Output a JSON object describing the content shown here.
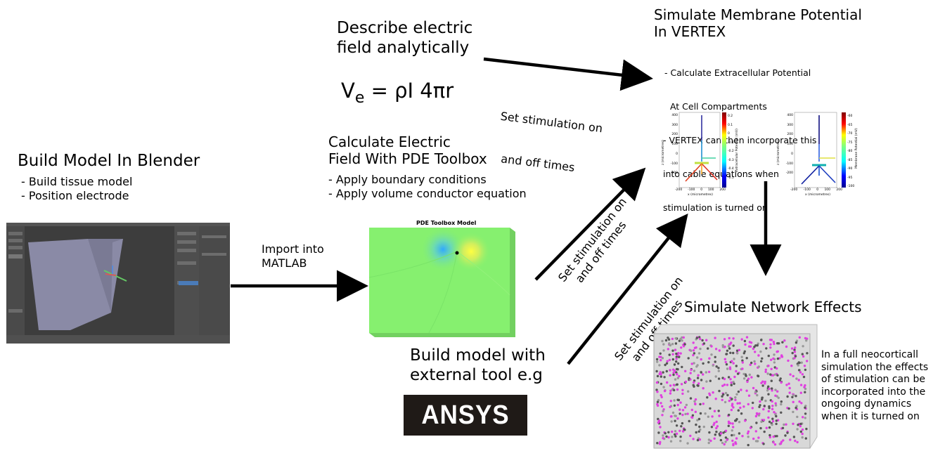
{
  "blender": {
    "title": "Build Model In Blender",
    "bullets": [
      "- Build tissue model",
      "- Position electrode"
    ]
  },
  "import_label": [
    "Import into",
    "MATLAB"
  ],
  "describe": {
    "title": [
      "Describe electric",
      "field analytically"
    ],
    "equation": {
      "base": "V",
      "sub": "e",
      "rest": " = ρI 4πr"
    }
  },
  "stim_label_top": [
    "Set stimulation on",
    "and off times"
  ],
  "pde": {
    "title": [
      "Calculate Electric",
      "Field With PDE Toolbox"
    ],
    "bullets": [
      "- Apply boundary conditions",
      "- Apply volume conductor equation"
    ],
    "figure_title": "PDE Toolbox Model"
  },
  "stim_label_mid": [
    "Set stimulation on",
    "and off times"
  ],
  "stim_label_low": [
    "Set stimulation on",
    "and off times"
  ],
  "external": {
    "title": [
      "Build model with",
      "external tool e.g"
    ],
    "logo_text": "ANSYS"
  },
  "vertex": {
    "title": [
      "Simulate Membrane Potential",
      "In VERTEX"
    ],
    "notes": [
      "- Calculate Extracellular Potential",
      "  At Cell Compartments",
      "- VERTEX can then incorporate this",
      "into cable equations when",
      "stimulation is turned on"
    ],
    "plot1": {
      "ylabel": "z (micrometres)",
      "xlabel": "x (micrometres)",
      "cbar_label": "Extracellular Potential (mV)",
      "yticks": [
        "400",
        "300",
        "200",
        "100",
        "0",
        "-100",
        "-200"
      ],
      "xticks": [
        "-200",
        "-100",
        "0",
        "100",
        "200"
      ],
      "cticks": [
        "0.2",
        "0.1",
        "0",
        "-0.1",
        "-0.2",
        "-0.3",
        "-0.4",
        "-0.5",
        "-0.6"
      ]
    },
    "plot2": {
      "ylabel": "z (micrometres)",
      "xlabel": "x (micrometres)",
      "cbar_label": "Membrane Potential (mV)",
      "yticks": [
        "400",
        "300",
        "200",
        "100",
        "0",
        "-100",
        "-200"
      ],
      "xticks": [
        "-200",
        "-100",
        "0",
        "100",
        "200"
      ],
      "cticks": [
        "-60",
        "-65",
        "-70",
        "-75",
        "-80",
        "-85",
        "-90",
        "-95",
        "-100"
      ]
    }
  },
  "network": {
    "title": "Simulate Network Effects",
    "notes": [
      "In a full neocorticall",
      "simulation the effects",
      "of stimulation can be",
      "incorporated into the",
      "ongoing dynamics",
      "when it is turned on"
    ]
  },
  "colors": {
    "arrow": "#000000",
    "field_green": "#86f06f",
    "blender_bg": "#3d3d3d",
    "mesh": "#8a8aa6",
    "ansys_bg": "#1f1a17",
    "ansys_text": "#ffffff"
  }
}
